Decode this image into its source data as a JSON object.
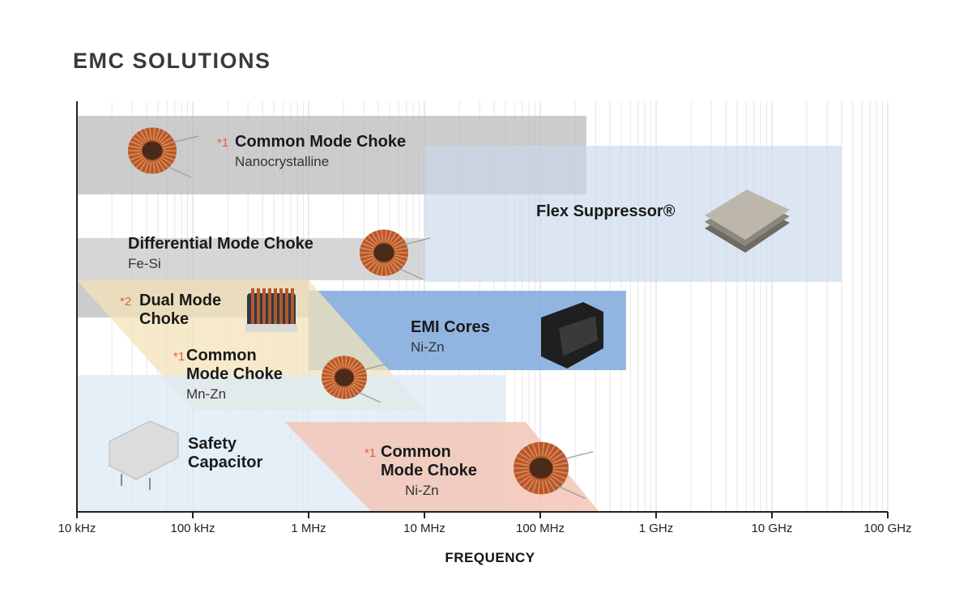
{
  "title": "EMC SOLUTIONS",
  "chart_data": {
    "type": "bar",
    "orientation": "horizontal-range",
    "xscale": "log",
    "xlabel": "FREQUENCY",
    "xlim_hz": [
      10000,
      100000000000
    ],
    "x_ticks": [
      {
        "hz": 10000,
        "label": "10 kHz"
      },
      {
        "hz": 100000,
        "label": "100 kHz"
      },
      {
        "hz": 1000000,
        "label": "1 MHz"
      },
      {
        "hz": 10000000,
        "label": "10 MHz"
      },
      {
        "hz": 100000000,
        "label": "100 MHz"
      },
      {
        "hz": 1000000000,
        "label": "1 GHz"
      },
      {
        "hz": 10000000000,
        "label": "10 GHz"
      },
      {
        "hz": 100000000000,
        "label": "100 GHz"
      }
    ],
    "grid": true,
    "series": [
      {
        "note": "*1",
        "name": "Common Mode Choke",
        "sub": "Nanocrystalline",
        "range_hz": [
          10000,
          250000000
        ],
        "color": "#b9b9b9",
        "icon": "toroid-choke-icon"
      },
      {
        "note": "",
        "name": "Flex Suppressor®",
        "sub": "",
        "range_hz": [
          10000000,
          40000000000
        ],
        "color": "#c9d8ec",
        "icon": "flex-sheet-icon"
      },
      {
        "note": "",
        "name": "Differential Mode Choke",
        "sub": "Fe-Si",
        "range_hz": [
          10000,
          10000000
        ],
        "color": "#c8c8c8",
        "icon": "toroid-icon"
      },
      {
        "note": "*2",
        "name": "Dual Mode Choke",
        "sub": "",
        "range_hz": [
          10000,
          1000000
        ],
        "color": "#bfbfbf",
        "icon": "dual-mode-choke-icon"
      },
      {
        "note": "",
        "name": "EMI Cores",
        "sub": "Ni-Zn",
        "range_hz": [
          1000000,
          550000000
        ],
        "color": "#7ea8dc",
        "icon": "emi-core-icon"
      },
      {
        "note": "*1",
        "name": "Common Mode Choke",
        "sub": "Mn-Zn",
        "range_hz": [
          10000,
          10000000
        ],
        "color": "#f3e3b8",
        "icon": "toroid-choke-icon"
      },
      {
        "note": "",
        "name": "Safety Capacitor",
        "sub": "",
        "range_hz": [
          10000,
          50000000
        ],
        "color": "#dce9f6",
        "icon": "safety-capacitor-icon"
      },
      {
        "note": "*1",
        "name": "Common Mode Choke",
        "sub": "Ni-Zn",
        "range_hz": [
          2000000,
          350000000
        ],
        "color": "#f2c7b6",
        "icon": "toroid-choke-icon"
      }
    ]
  }
}
